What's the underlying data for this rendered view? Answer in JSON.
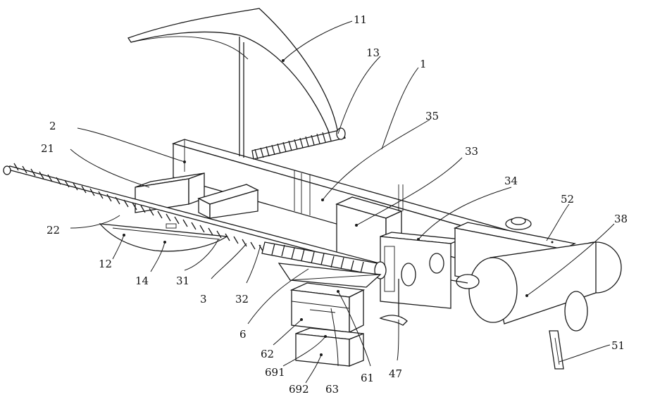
{
  "labels": {
    "l11": "11",
    "l13": "13",
    "l1": "1",
    "l35": "35",
    "l2": "2",
    "l21": "21",
    "l33": "33",
    "l34": "34",
    "l52": "52",
    "l38": "38",
    "l22": "22",
    "l12": "12",
    "l14": "14",
    "l31": "31",
    "l3": "3",
    "l32": "32",
    "l6": "6",
    "l62": "62",
    "l691": "691",
    "l692": "692",
    "l63": "63",
    "l61": "61",
    "l47": "47",
    "l51": "51"
  }
}
